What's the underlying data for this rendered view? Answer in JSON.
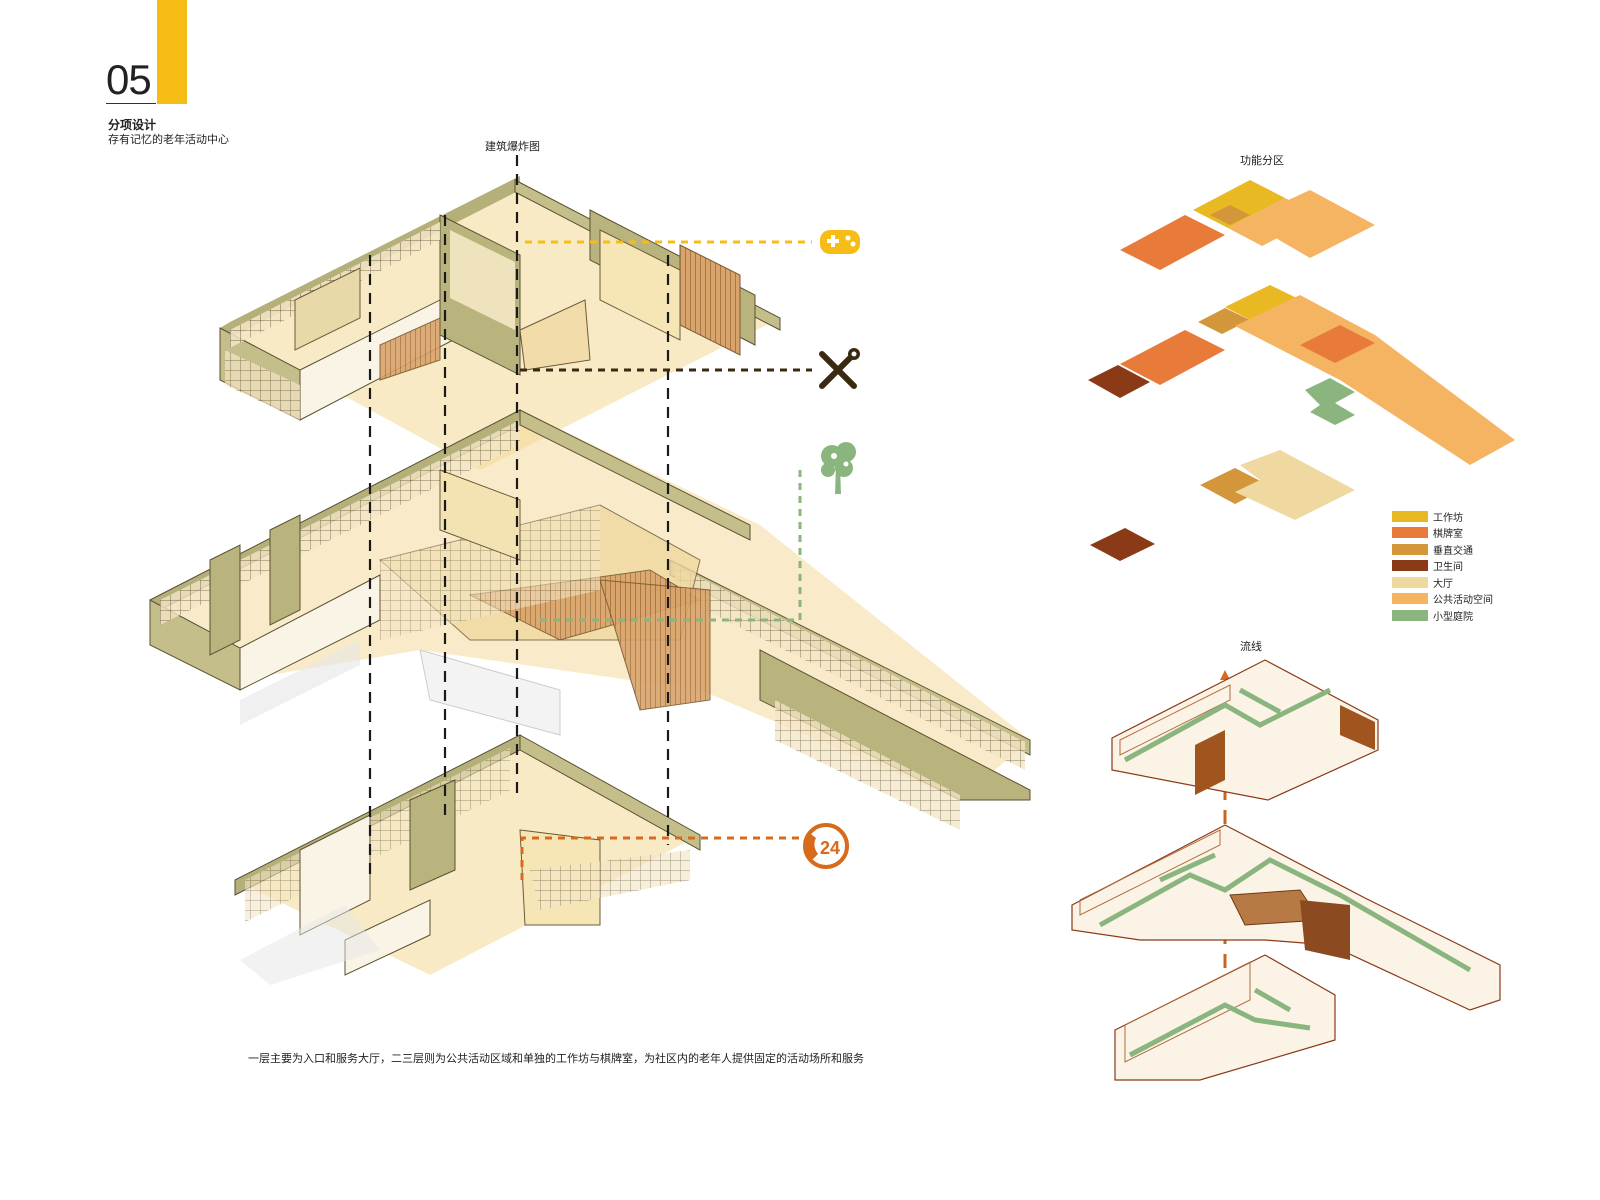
{
  "header": {
    "page_number": "05",
    "title": "分项设计",
    "subtitle": "存有记忆的老年活动中心"
  },
  "captions": {
    "exploded": "建筑爆炸图",
    "function": "功能分区",
    "flow": "流线"
  },
  "description": "一层主要为入口和服务大厅，二三层则为公共活动区域和单独的工作坊与棋牌室，为社区内的老年人提供固定的活动场所和服务",
  "legend": [
    {
      "label": "工作坊",
      "color": "#e8b923"
    },
    {
      "label": "棋牌室",
      "color": "#e87a3a"
    },
    {
      "label": "垂直交通",
      "color": "#d4963a"
    },
    {
      "label": "卫生间",
      "color": "#8b3a17"
    },
    {
      "label": "大厅",
      "color": "#f0d9a0"
    },
    {
      "label": "公共活动空间",
      "color": "#f5b462"
    },
    {
      "label": "小型庭院",
      "color": "#8ab57e"
    }
  ],
  "icons": [
    {
      "name": "gamepad-icon",
      "color": "#f6bd16"
    },
    {
      "name": "tools-icon",
      "color": "#3b2a12"
    },
    {
      "name": "tree-icon",
      "color": "#8ab57e"
    },
    {
      "name": "phone-24-icon",
      "color": "#d86a1c",
      "text": "24"
    }
  ]
}
